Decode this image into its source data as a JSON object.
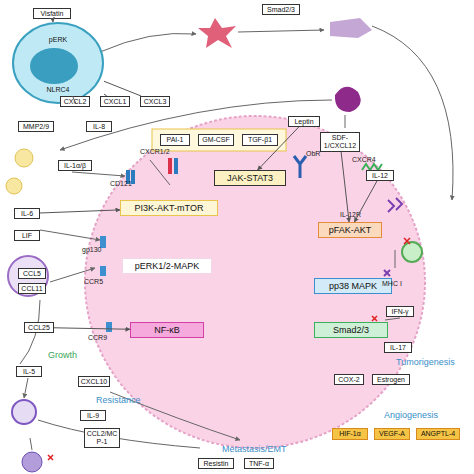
{
  "diagram": {
    "nodes": [
      {
        "text": [
          "Visfatin"
        ]
      },
      {
        "text": [
          "pERK",
          "NLRC4"
        ]
      },
      {
        "text": [
          "CXCL2"
        ]
      },
      {
        "text": [
          "CXCL1"
        ]
      },
      {
        "text": [
          "CXCL3"
        ]
      },
      {
        "text": [
          "Smad2/3"
        ]
      },
      {
        "text": [
          "MMP2/9"
        ]
      },
      {
        "text": [
          "IL-8"
        ]
      },
      {
        "text": [
          "PAI-1"
        ]
      },
      {
        "text": [
          "GM-CSF"
        ]
      },
      {
        "text": [
          "TGF-β1"
        ]
      },
      {
        "text": [
          "Leptin"
        ]
      },
      {
        "text": [
          "SDF-1/CXCL12"
        ]
      },
      {
        "text": [
          "IL-1α/β"
        ]
      },
      {
        "text": [
          "IL-6"
        ]
      },
      {
        "text": [
          "LIF"
        ]
      },
      {
        "text": [
          "JAK-STAT3"
        ]
      },
      {
        "text": [
          "PI3K-AKT-mTOR"
        ]
      },
      {
        "text": [
          "IL-12"
        ]
      },
      {
        "text": [
          "pFAK-AKT"
        ]
      },
      {
        "text": [
          "pERK1/2-MAPK"
        ]
      },
      {
        "text": [
          "CCL5"
        ]
      },
      {
        "text": [
          "CCL11"
        ]
      },
      {
        "text": [
          "pp38 MAPK"
        ]
      },
      {
        "text": [
          "CCL25"
        ]
      },
      {
        "text": [
          "NF-κB"
        ]
      },
      {
        "text": [
          "Smad2/3"
        ]
      },
      {
        "text": [
          "IFN-γ"
        ]
      },
      {
        "text": [
          "IL-17"
        ]
      },
      {
        "text": [
          "COX-2"
        ]
      },
      {
        "text": [
          "Estrogen"
        ]
      },
      {
        "text": [
          "IL-5"
        ]
      },
      {
        "text": [
          "CXCL10"
        ]
      },
      {
        "text": [
          "IL-9"
        ]
      },
      {
        "text": [
          "CCL2/MCP-1"
        ]
      },
      {
        "text": [
          "HIF-1α"
        ]
      },
      {
        "text": [
          "VEGF-A"
        ]
      },
      {
        "text": [
          "ANGPTL-4"
        ]
      },
      {
        "text": [
          "Resistin"
        ]
      },
      {
        "text": [
          "TNF-α"
        ]
      }
    ],
    "edges": [
      {
        "from": 0,
        "to": 1,
        "arrow": "to"
      },
      {
        "from": 1,
        "to": 2,
        "arrow": "none"
      },
      {
        "from": 1,
        "to": 3,
        "arrow": "none"
      },
      {
        "from": 1,
        "to": 4,
        "arrow": "none"
      },
      {
        "from": 11,
        "to": 16,
        "arrow": "to"
      },
      {
        "from": 14,
        "to": 17,
        "arrow": "to"
      },
      {
        "from": 12,
        "to": 19,
        "arrow": "to"
      },
      {
        "from": 18,
        "to": 19,
        "arrow": "to"
      },
      {
        "from": 24,
        "to": 25,
        "arrow": "to"
      }
    ],
    "labels": [
      "CD121",
      "CXCR1/2",
      "ObR",
      "CXCR4",
      "IL-12R",
      "gp130",
      "CCR5",
      "CCR9",
      "MHC I",
      "Growth",
      "Resistance",
      "Tumorigenesis",
      "Angiogenesis",
      "Metastasis/EMT"
    ]
  }
}
